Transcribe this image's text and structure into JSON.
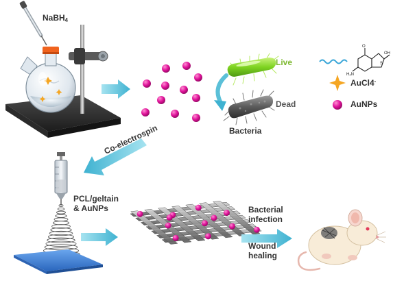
{
  "reagent": {
    "name": "NaBH",
    "subscript": "4"
  },
  "bacteria": {
    "live": "Live",
    "dead": "Dead",
    "title": "Bacteria"
  },
  "legend": {
    "gold_salt": {
      "name": "AuCl4",
      "superscript": "-"
    },
    "nanoparticles": "AuNPs"
  },
  "step_coelectrospin": "Co-electrospin",
  "fiber_material": {
    "line1": "PCL/geltain",
    "line2": "& AuNPs"
  },
  "outcome": {
    "line1": "Bacterial",
    "line2": "infection",
    "line3": "Wound",
    "line4": "healing"
  },
  "colors": {
    "nanoparticle": "#e0119a",
    "arrow": "#5bc0d8",
    "live_bacterium": "#7ed321",
    "live_label": "#7cb82f",
    "gold_star": "#f5a623",
    "platform": "#3d7fd6",
    "mouse": "#f8ecd8",
    "stand": "#2b2b2b"
  },
  "icons": [
    "dropper-icon",
    "flask-icon",
    "stirrer-stand-icon",
    "antibiotic-molecule-icon",
    "syringe-icon",
    "coil-jet-icon",
    "fiber-mesh-icon",
    "mouse-icon"
  ]
}
